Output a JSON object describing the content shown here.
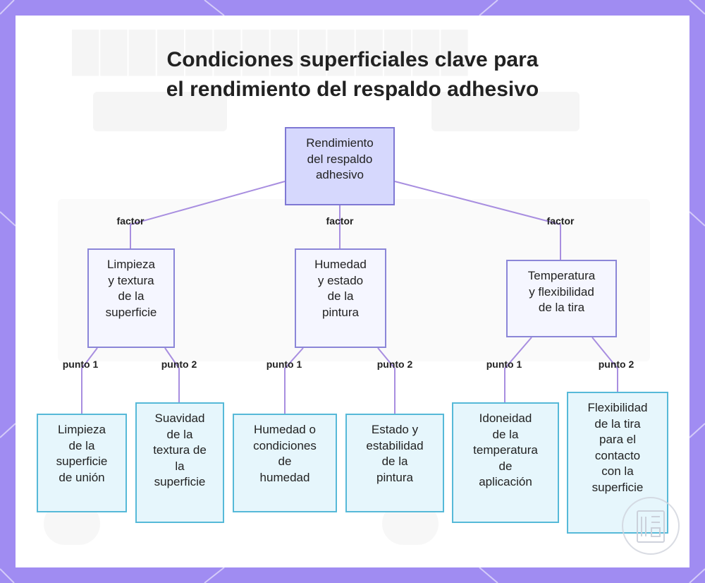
{
  "title_lines": [
    "Condiciones superficiales clave para",
    "el rendimiento del respaldo adhesivo"
  ],
  "root": {
    "lines": [
      "Rendimiento",
      "del respaldo",
      "adhesivo"
    ]
  },
  "factor_label": "factor",
  "branches": [
    {
      "lines": [
        "Limpieza",
        "y textura",
        "de la",
        "superficie"
      ],
      "points": [
        {
          "label": "punto 1",
          "lines": [
            "Limpieza",
            "de la",
            "superficie",
            "de unión"
          ]
        },
        {
          "label": "punto 2",
          "lines": [
            "Suavidad",
            "de la",
            "textura de",
            "la",
            "superficie"
          ]
        }
      ]
    },
    {
      "lines": [
        "Humedad",
        "y estado",
        "de la",
        "pintura"
      ],
      "points": [
        {
          "label": "punto 1",
          "lines": [
            "Humedad o",
            "condiciones",
            "de",
            "humedad"
          ]
        },
        {
          "label": "punto 2",
          "lines": [
            "Estado y",
            "estabilidad",
            "de la",
            "pintura"
          ]
        }
      ]
    },
    {
      "lines": [
        "Temperatura",
        "y flexibilidad",
        "de la tira"
      ],
      "points": [
        {
          "label": "punto 1",
          "lines": [
            "Idoneidad",
            "de la",
            "temperatura",
            "de",
            "aplicación"
          ]
        },
        {
          "label": "punto 2",
          "lines": [
            "Flexibilidad",
            "de la tira",
            "para el",
            "contacto",
            "con la",
            "superficie"
          ]
        }
      ]
    }
  ],
  "colors": {
    "background": "#a08cf2",
    "root_fill": "#d6d8fd",
    "mid_fill": "#f5f6ff",
    "leaf_fill": "#e6f6fc",
    "leaf_border": "#56b9d8",
    "connector": "#a88ee0"
  }
}
